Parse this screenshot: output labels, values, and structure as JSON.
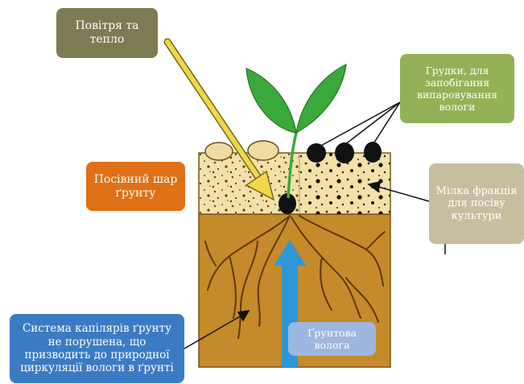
{
  "labels": {
    "air_heat": "Повітря та тепло",
    "ridges": "Грудки, для запобігання випаровування вологи",
    "seed_layer": "Посівний шар ґрунту",
    "fine_fraction": "Мілка фракція для посіву культури",
    "capillaries": "Система капілярів ґрунту не порушена, що призводить до природної циркуляції вологи в ґрунті",
    "ground_water": "Ґрунтова волога"
  },
  "colors": {
    "air_heat_box": "#7e7a53",
    "ridges_box": "#93b257",
    "seed_layer_box": "#e07016",
    "fine_fraction_box": "#c7bea0",
    "capillaries_box": "#3b7bc4",
    "ground_water_box": "#9db7de",
    "topsoil": "#f2dfa6",
    "subsoil": "#c58a2a",
    "water_arrow": "#2f97d6",
    "sun_arrow": "#efd84a",
    "leaf": "#3aa83a"
  }
}
